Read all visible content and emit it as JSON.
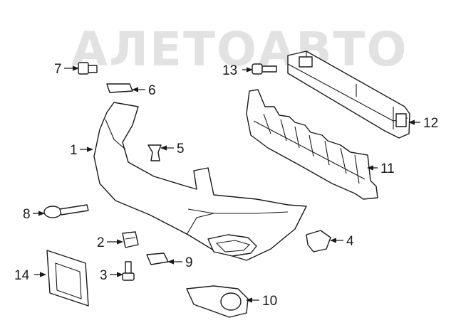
{
  "watermark": "АЛЕТОАВТО",
  "callouts": [
    {
      "id": "1",
      "text": "1"
    },
    {
      "id": "2",
      "text": "2"
    },
    {
      "id": "3",
      "text": "3"
    },
    {
      "id": "4",
      "text": "4"
    },
    {
      "id": "5",
      "text": "5"
    },
    {
      "id": "6",
      "text": "6"
    },
    {
      "id": "7",
      "text": "7"
    },
    {
      "id": "8",
      "text": "8"
    },
    {
      "id": "9",
      "text": "9"
    },
    {
      "id": "10",
      "text": "10"
    },
    {
      "id": "11",
      "text": "11"
    },
    {
      "id": "12",
      "text": "12"
    },
    {
      "id": "13",
      "text": "13"
    },
    {
      "id": "14",
      "text": "14"
    }
  ]
}
